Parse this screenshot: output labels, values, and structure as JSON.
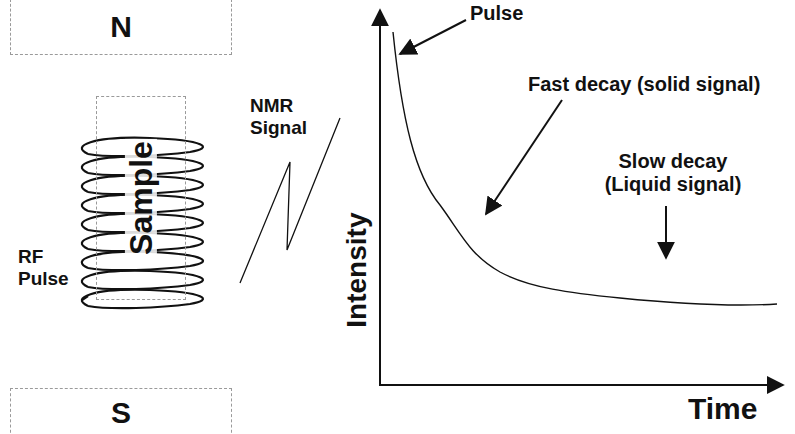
{
  "diagram": {
    "nodes": [
      {
        "text": [
          "N"
        ]
      },
      {
        "text": [
          "Sample"
        ]
      },
      {
        "text": [
          "S"
        ]
      }
    ],
    "labels": [
      "RF Pulse",
      "NMR Signal",
      "Pulse",
      "Fast decay (solid signal)",
      "Slow decay (Liquid signal)",
      "Intensity",
      "Time"
    ]
  }
}
